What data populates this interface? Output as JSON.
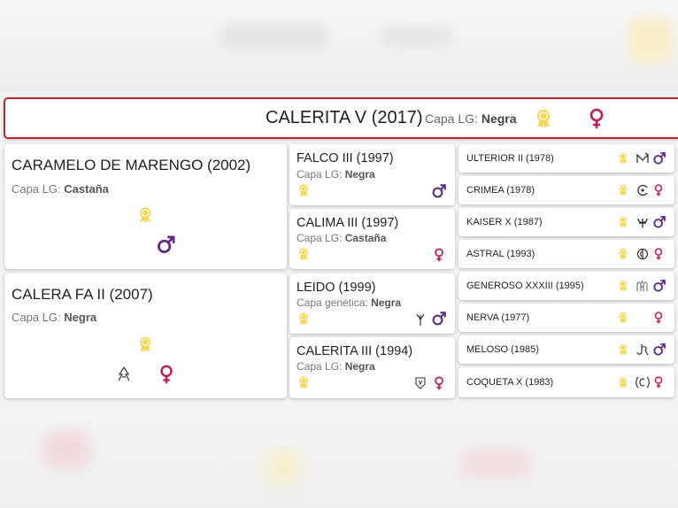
{
  "subject": {
    "name": "CALERITA V (2017)",
    "capa_label": "Capa LG:",
    "capa_value": "Negra"
  },
  "parents": [
    {
      "name": "CARAMELO DE MARENGO (2002)",
      "capa_label": "Capa LG:",
      "capa_value": "Castaña",
      "sex": "male"
    },
    {
      "name": "CALERA FA II (2007)",
      "capa_label": "Capa LG:",
      "capa_value": "Negra",
      "sex": "female"
    }
  ],
  "grandparents": [
    {
      "name": "FALCO III (1997)",
      "capa_label": "Capa LG:",
      "capa_value": "Negra",
      "sex": "male"
    },
    {
      "name": "CALIMA III (1997)",
      "capa_label": "Capa LG:",
      "capa_value": "Castaña",
      "sex": "female"
    },
    {
      "name": "LEIDO (1999)",
      "capa_label": "Capa genética:",
      "capa_value": "Negra",
      "sex": "male"
    },
    {
      "name": "CALERITA III (1994)",
      "capa_label": "Capa LG:",
      "capa_value": "Negra",
      "sex": "female"
    }
  ],
  "great_grandparents": [
    {
      "name": "ULTERIOR II (1978)",
      "sex": "male"
    },
    {
      "name": "CRIMEA (1978)",
      "sex": "female"
    },
    {
      "name": "KAISER X (1987)",
      "sex": "male"
    },
    {
      "name": "ASTRAL (1993)",
      "sex": "female"
    },
    {
      "name": "GENEROSO XXXIII (1995)",
      "sex": "male"
    },
    {
      "name": "NERVA (1977)",
      "sex": "female"
    },
    {
      "name": "MELOSO (1985)",
      "sex": "male"
    },
    {
      "name": "COQUETA X (1983)",
      "sex": "female"
    }
  ],
  "icons": {
    "award": "award-ribbon-icon",
    "male": "male-symbol-icon",
    "female": "female-symbol-icon",
    "brand": "brand-mark-icon"
  },
  "colors": {
    "award": "#f2d64b",
    "male": "#5b2a86",
    "female": "#c2185b",
    "header_border": "#b3292c"
  }
}
